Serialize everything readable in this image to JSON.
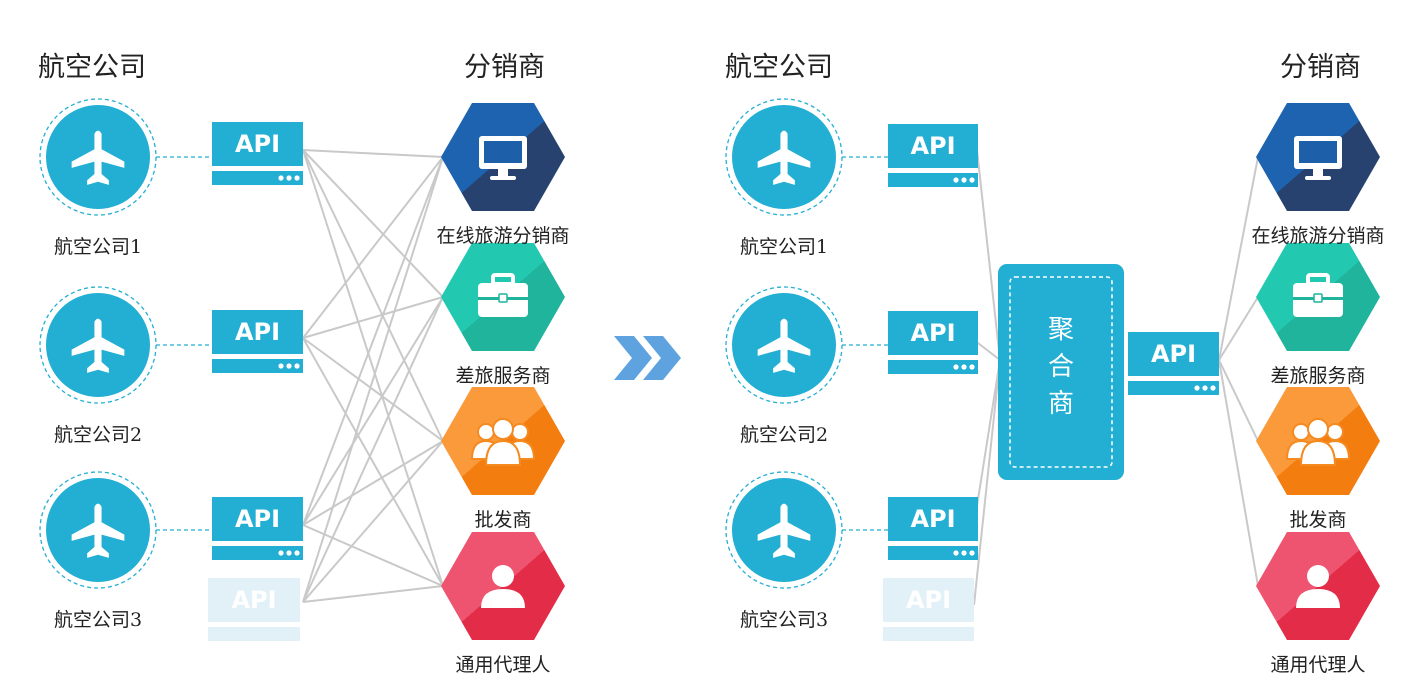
{
  "colors": {
    "airline_circle": "#23afd3",
    "api_box": "#23afd3",
    "api_faded": "#e2f1f8",
    "connector": "#c9c9c9",
    "chevron": "#5ea3e0",
    "online_travel": "#1d5fa8",
    "corporate_travel": "#21c2a6",
    "wholesaler": "#fa8b1e",
    "general_agent": "#ea3f5a"
  },
  "left_panel": {
    "airlines_header": "航空公司",
    "distributors_header": "分销商",
    "airlines": [
      {
        "label": "航空公司1",
        "api_label": "API"
      },
      {
        "label": "航空公司2",
        "api_label": "API"
      },
      {
        "label": "航空公司3",
        "api_label": "API"
      }
    ],
    "faded_api_label": "API",
    "distributors": [
      {
        "label": "在线旅游分销商",
        "icon": "monitor-icon"
      },
      {
        "label": "差旅服务商",
        "icon": "briefcase-icon"
      },
      {
        "label": "批发商",
        "icon": "group-icon"
      },
      {
        "label": "通用代理人",
        "icon": "person-icon"
      }
    ]
  },
  "transition": {
    "icon": "double-chevron-right-icon"
  },
  "right_panel": {
    "airlines_header": "航空公司",
    "distributors_header": "分销商",
    "airlines": [
      {
        "label": "航空公司1",
        "api_label": "API"
      },
      {
        "label": "航空公司2",
        "api_label": "API"
      },
      {
        "label": "航空公司3",
        "api_label": "API"
      }
    ],
    "faded_api_label": "API",
    "aggregator": {
      "label": [
        "聚",
        "合",
        "商"
      ],
      "api_label": "API"
    },
    "distributors": [
      {
        "label": "在线旅游分销商",
        "icon": "monitor-icon"
      },
      {
        "label": "差旅服务商",
        "icon": "briefcase-icon"
      },
      {
        "label": "批发商",
        "icon": "group-icon"
      },
      {
        "label": "通用代理人",
        "icon": "person-icon"
      }
    ]
  }
}
